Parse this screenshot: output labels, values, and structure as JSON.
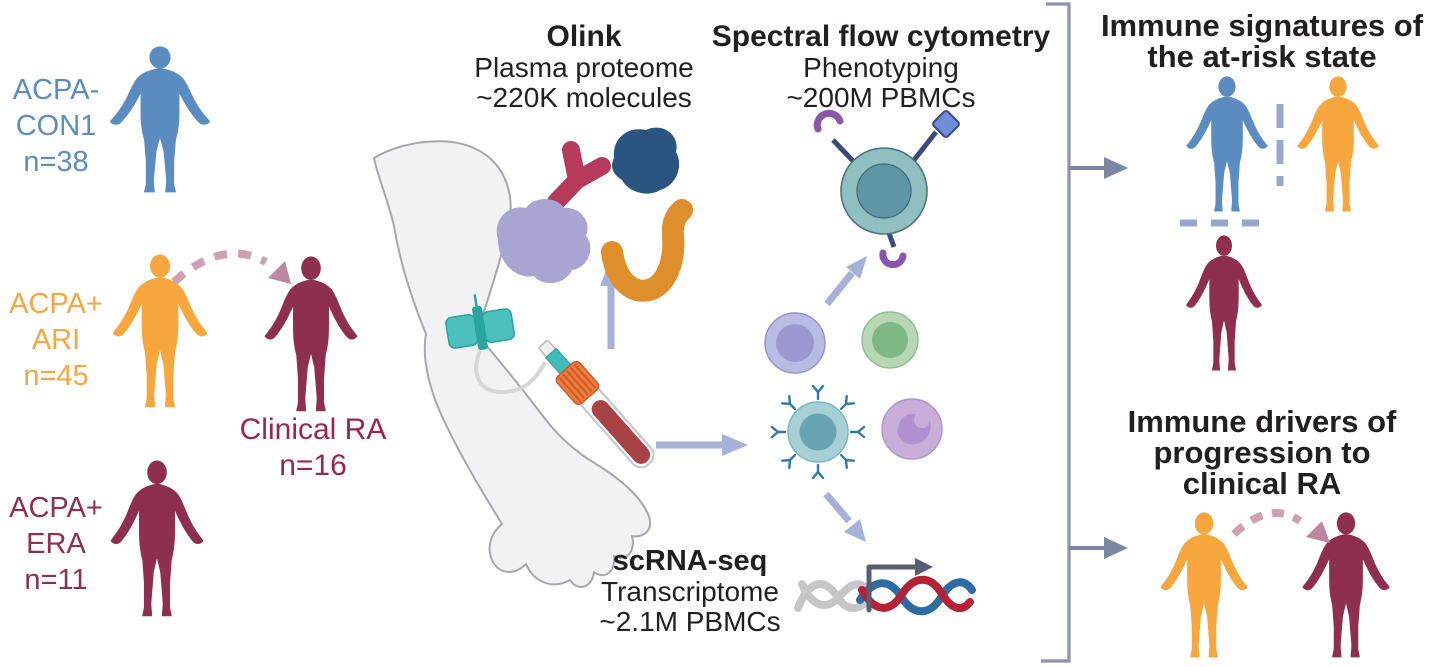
{
  "figure_type": "study-design-schematic",
  "cohorts": [
    {
      "id": "acpa-neg-con1",
      "lines": [
        "ACPA-",
        "CON1",
        "n=38"
      ],
      "color": "#5b8cc0"
    },
    {
      "id": "acpa-pos-ari",
      "lines": [
        "ACPA+",
        "ARI",
        "n=45"
      ],
      "color": "#f6a63c"
    },
    {
      "id": "acpa-pos-era",
      "lines": [
        "ACPA+",
        "ERA",
        "n=11"
      ],
      "color": "#8e2f4f"
    }
  ],
  "progression_group": {
    "id": "clinical-ra",
    "lines": [
      "Clinical RA",
      "n=16"
    ],
    "color": "#9c2450"
  },
  "assays": [
    {
      "id": "olink",
      "title": "Olink",
      "lines": [
        "Plasma proteome",
        "~220K molecules"
      ]
    },
    {
      "id": "spectral-flow",
      "title": "Spectral flow cytometry",
      "lines": [
        "Phenotyping",
        "~200M PBMCs"
      ]
    },
    {
      "id": "scrna-seq",
      "title": "scRNA-seq",
      "lines": [
        "Transcriptome",
        "~2.1M PBMCs"
      ]
    }
  ],
  "outcomes": [
    {
      "id": "signatures",
      "lines": [
        "Immune signatures of",
        "the at-risk state"
      ]
    },
    {
      "id": "drivers",
      "lines": [
        "Immune drivers of",
        "progression to",
        "clinical RA"
      ]
    }
  ],
  "colors": {
    "person_blue": "#5b8cc0",
    "person_orange": "#f6a63c",
    "person_maroon": "#8e2f4f",
    "text_black": "#231f20",
    "arrow_periwinkle": "#a6b2d5",
    "arrow_slate": "#7c86a2",
    "bracket": "#8a92ad",
    "dashed_pink": "#cf9fb3",
    "dashed_pink_head": "#bd86a1",
    "dashed_bluegray": "#97a6cc",
    "tourniquet_teal": "#4cc0bd",
    "tube_cap_orange": "#ee7c3e",
    "blood_red": "#a84245"
  }
}
